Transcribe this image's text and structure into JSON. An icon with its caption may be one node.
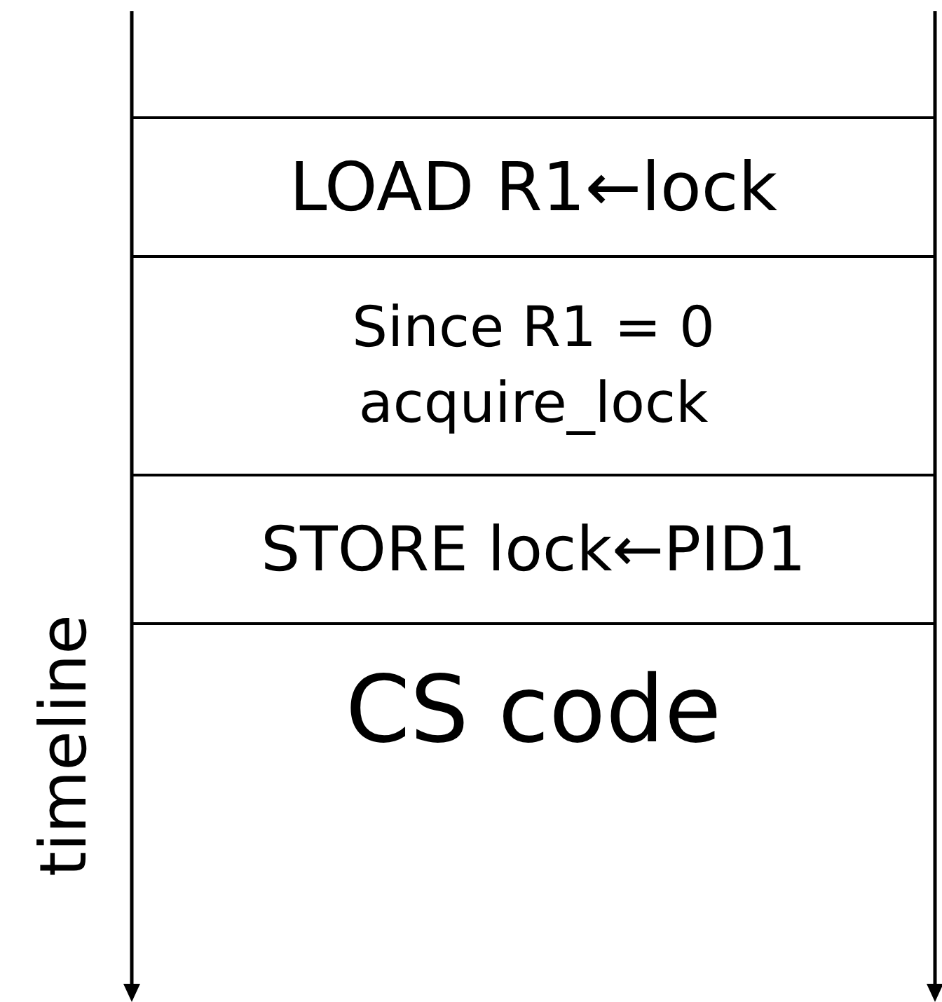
{
  "diagram": {
    "nodes": [
      {
        "text": [
          "LOAD R1←lock"
        ]
      },
      {
        "text": [
          "Since R1 = 0 acquire_lock"
        ]
      },
      {
        "text": [
          "STORE lock←PID1"
        ]
      },
      {
        "text": [
          "CS code"
        ]
      }
    ],
    "labels": [
      "timeline"
    ]
  }
}
